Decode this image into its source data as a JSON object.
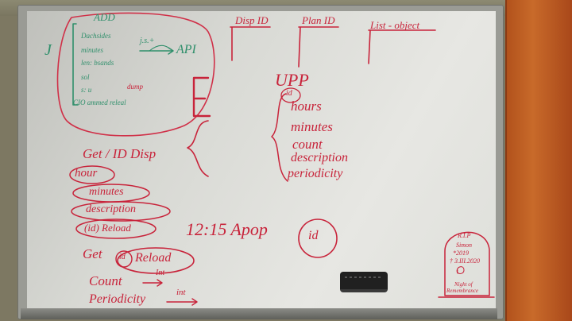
{
  "image": {
    "description_free": true
  },
  "board": {
    "green_block": {
      "title": "ADD",
      "bracket": "J",
      "lines": [
        "Dachsides",
        "minutes",
        "len: bsands",
        "sol",
        "s: u",
        "CIO ammed releal"
      ],
      "arrow_label": "j.s.+",
      "target": "API",
      "side_note": "dump"
    },
    "top_headers": {
      "h1": "Disp ID",
      "h2": "Plan ID",
      "h3": "List - object"
    },
    "upp_block": {
      "title": "UPP",
      "id": "id",
      "items": [
        "hours",
        "minutes",
        "count",
        "description",
        "periodicity"
      ]
    },
    "get_block": {
      "title": "Get / ID Disp",
      "items": [
        "hour",
        "minutes",
        "description",
        "(id) Reload"
      ]
    },
    "time_note": "12:15 Apop",
    "time_id": "id",
    "bottom_block": {
      "title": "Get",
      "id": "id",
      "reload": "Reload",
      "count": "Count",
      "count_note": "Int",
      "periodicity": "Periodicity",
      "periodicity_note": "int"
    },
    "tombstone": {
      "title": "R.I.P",
      "name": "Simon",
      "born": "*2019",
      "died": "† 3.III.2020",
      "epitaph_1": "Night of",
      "epitaph_2": "Remembrance"
    }
  }
}
